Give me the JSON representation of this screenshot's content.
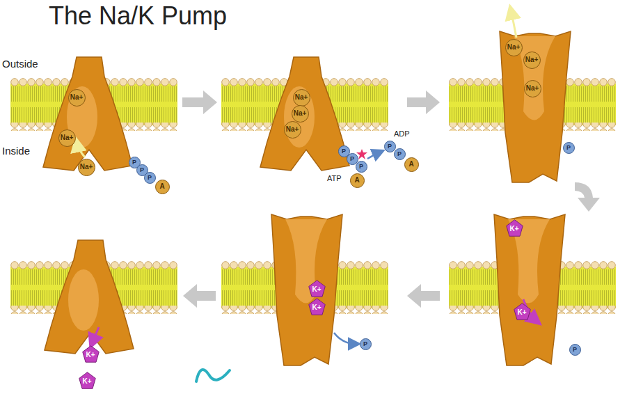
{
  "diagram": {
    "title": "The Na/K Pump",
    "nodes": [
      {
        "text": [
          "Na+"
        ]
      },
      {
        "text": [
          "Na+"
        ]
      },
      {
        "text": [
          "Na+"
        ]
      },
      {
        "text": [
          "P"
        ]
      },
      {
        "text": [
          "P"
        ]
      },
      {
        "text": [
          "P"
        ]
      },
      {
        "text": [
          "A"
        ]
      },
      {
        "text": [
          "Na+"
        ]
      },
      {
        "text": [
          "Na+"
        ]
      },
      {
        "text": [
          "Na+"
        ]
      },
      {
        "text": [
          "P"
        ]
      },
      {
        "text": [
          "P"
        ]
      },
      {
        "text": [
          "P"
        ]
      },
      {
        "text": [
          "A"
        ]
      },
      {
        "text": [
          "P"
        ]
      },
      {
        "text": [
          "P"
        ]
      },
      {
        "text": [
          "A"
        ]
      },
      {
        "text": [
          "Na+"
        ]
      },
      {
        "text": [
          "Na+"
        ]
      },
      {
        "text": [
          "Na+"
        ]
      },
      {
        "text": [
          "P"
        ]
      },
      {
        "text": [
          "K+"
        ]
      },
      {
        "text": [
          "K+"
        ]
      },
      {
        "text": [
          "P"
        ]
      },
      {
        "text": [
          "K+"
        ]
      },
      {
        "text": [
          "K+"
        ]
      },
      {
        "text": [
          "P"
        ]
      },
      {
        "text": [
          "K+"
        ]
      },
      {
        "text": [
          "K+"
        ]
      }
    ],
    "labels": [
      "Outside",
      "Inside",
      "ATP",
      "ADP"
    ]
  }
}
